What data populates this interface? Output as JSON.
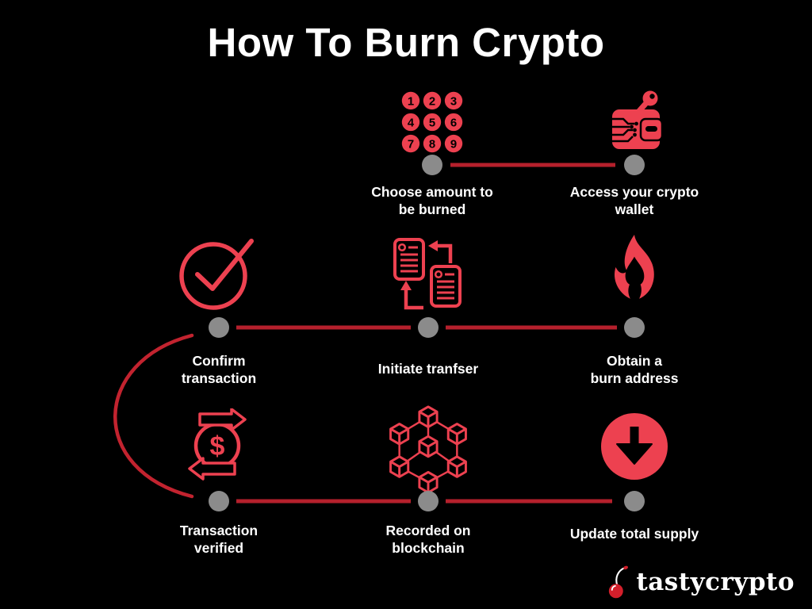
{
  "title": "How To Burn Crypto",
  "keypad": {
    "digits": [
      "1",
      "2",
      "3",
      "4",
      "5",
      "6",
      "7",
      "8",
      "9"
    ]
  },
  "steps": [
    {
      "label": "Choose amount to\nbe burned",
      "icon": "keypad-icon"
    },
    {
      "label": "Access your crypto\nwallet",
      "icon": "wallet-key-icon"
    },
    {
      "label": "Confirm\ntransaction",
      "icon": "check-circle-icon"
    },
    {
      "label": "Initiate tranfser",
      "icon": "documents-transfer-icon"
    },
    {
      "label": "Obtain a\nburn address",
      "icon": "flame-icon"
    },
    {
      "label": "Transaction\nverified",
      "icon": "dollar-exchange-icon"
    },
    {
      "label": "Recorded on\nblockchain",
      "icon": "blockchain-icon"
    },
    {
      "label": "Update total supply",
      "icon": "arrow-down-circle-icon"
    }
  ],
  "dollar_symbol": "$",
  "brand": {
    "name": "tastycrypto",
    "icon": "cherry-icon"
  },
  "colors": {
    "background": "#000000",
    "icon_red": "#ED4150",
    "line_red": "#B5202C",
    "arc_red": "#C2232F",
    "dot_gray": "#8B8B8B",
    "text_white": "#FFFFFF"
  }
}
